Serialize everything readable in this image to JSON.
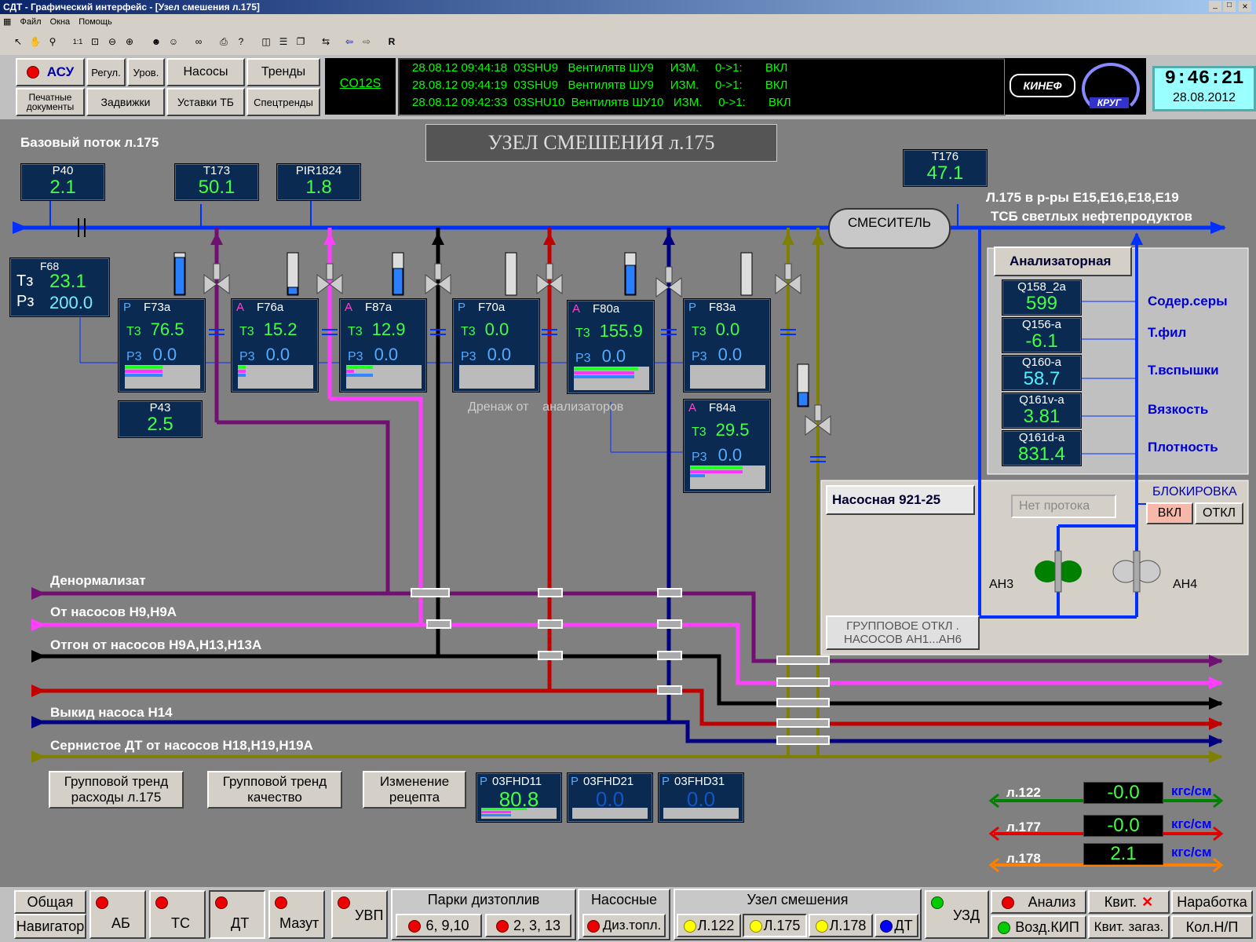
{
  "window": {
    "title": "СДТ - Графический интерфейс - [Узел смешения л.175]",
    "min": "_",
    "max": "□",
    "close": "×"
  },
  "menu": [
    "Файл",
    "Окна",
    "Помощь"
  ],
  "toolbar": {
    "r_label": "R"
  },
  "top": {
    "asu": "АСУ",
    "regul": "Регул.",
    "urov": "Уров.",
    "nasosy": "Насосы",
    "trendy": "Тренды",
    "pechat": "Печатные документы",
    "zadvizhki": "Задвижки",
    "ustavki": "Уставки ТБ",
    "spectrendy": "Спецтренды",
    "co12s": "CO12S",
    "messages": [
      "28.08.12 09:44:18  03SHU9   Вентилятв ШУ9     ИЗМ.     0->1:       ВКЛ",
      "28.08.12 09:44:19  03SHU9   Вентилятв ШУ9     ИЗМ.     0->1:       ВКЛ",
      "28.08.12 09:42:33  03SHU10  Вентилятв ШУ10   ИЗМ.     0->1:       ВКЛ"
    ],
    "logo1": "КИНЕФ",
    "logo2": "КРУГ",
    "time": "9:46:21",
    "date": "28.08.2012"
  },
  "main": {
    "title": "УЗЕЛ СМЕШЕНИЯ л.175",
    "base_flow": "Базовый поток л.175",
    "dest_line1": "Л.175 в р-ры Е15,Е16,Е18,Е19",
    "dest_line2": "ТСБ светлых нефтепродуктов",
    "mixer": "СМЕСИТЕЛЬ",
    "drain": "Дренаж от    анализаторов",
    "instruments": {
      "p40": {
        "name": "P40",
        "value": "2.1"
      },
      "t173": {
        "name": "T173",
        "value": "50.1"
      },
      "pir1824": {
        "name": "PIR1824",
        "value": "1.8"
      },
      "t176": {
        "name": "T176",
        "value": "47.1"
      },
      "p43": {
        "name": "P43",
        "value": "2.5"
      }
    },
    "f68": {
      "name": "F68",
      "tz": "Тз",
      "tz_val": "23.1",
      "rz": "Рз",
      "rz_val": "200.0"
    },
    "cards": [
      {
        "mode": "P",
        "name": "F73a",
        "t": "Т3",
        "t_val": "76.5",
        "p": "Р3",
        "p_val": "0.0"
      },
      {
        "mode": "A",
        "name": "F76a",
        "t": "Т3",
        "t_val": "15.2",
        "p": "Р3",
        "p_val": "0.0"
      },
      {
        "mode": "A",
        "name": "F87a",
        "t": "Т3",
        "t_val": "12.9",
        "p": "Р3",
        "p_val": "0.0"
      },
      {
        "mode": "P",
        "name": "F70a",
        "t": "Т3",
        "t_val": "0.0",
        "p": "Р3",
        "p_val": "0.0"
      },
      {
        "mode": "A",
        "name": "F80a",
        "t": "Т3",
        "t_val": "155.9",
        "p": "Р3",
        "p_val": "0.0"
      },
      {
        "mode": "P",
        "name": "F83a",
        "t": "Т3",
        "t_val": "0.0",
        "p": "Р3",
        "p_val": "0.0"
      },
      {
        "mode": "A",
        "name": "F84a",
        "t": "Т3",
        "t_val": "29.5",
        "p": "Р3",
        "p_val": "0.0"
      }
    ],
    "lines": {
      "denorm": "Денормализат",
      "h9": "От насосов Н9,Н9А",
      "otgon": "Отгон от насосов Н9А,Н13,Н13А",
      "h14": "Выкид насоса Н14",
      "sern": "Сернистое ДТ от насосов Н18,Н19,Н19А"
    },
    "analyzer": {
      "title": "Анализаторная",
      "items": [
        {
          "name": "Q158_2a",
          "value": "599",
          "label": "Содер.серы"
        },
        {
          "name": "Q156-a",
          "value": "-6.1",
          "label": "Т.фил"
        },
        {
          "name": "Q160-a",
          "value": "58.7",
          "label": "Т.вспышки"
        },
        {
          "name": "Q161v-a",
          "value": "3.81",
          "label": "Вязкость"
        },
        {
          "name": "Q161d-a",
          "value": "831.4",
          "label": "Плотность"
        }
      ]
    },
    "pumphouse": {
      "title": "Насосная 921-25",
      "no_flow": "Нет протока",
      "block": "БЛОКИРОВКА",
      "on": "ВКЛ",
      "off": "ОТКЛ",
      "an3": "АН3",
      "an4": "АН4",
      "group_off": "ГРУППОВОЕ ОТКЛ . НАСОСОВ АН1...АН6"
    },
    "buttons": {
      "trend_flow": "Групповой тренд расходы л.175",
      "trend_quality": "Групповой тренд качество",
      "recipe": "Изменение рецепта"
    },
    "fhd": [
      {
        "mode": "P",
        "name": "03FHD11",
        "value": "80.8"
      },
      {
        "mode": "P",
        "name": "03FHD21",
        "value": "0.0"
      },
      {
        "mode": "P",
        "name": "03FHD31",
        "value": "0.0"
      }
    ],
    "pressures": [
      {
        "line": "л.122",
        "value": "-0.0",
        "unit": "кгс/см"
      },
      {
        "line": "л.177",
        "value": "-0.0",
        "unit": "кгс/см"
      },
      {
        "line": "л.178",
        "value": "2.1",
        "unit": "кгс/см"
      }
    ]
  },
  "bottom": {
    "obshaya": "Общая",
    "navigator": "Навигатор",
    "ab": "АБ",
    "ts": "ТС",
    "dt": "ДТ",
    "mazut": "Мазут",
    "uvp": "УВП",
    "parki": "Парки дизтоплив",
    "p1": "6, 9,10",
    "p2": "2, 3, 13",
    "nasosnye": "Насосные",
    "diz": "Диз.топл.",
    "uzel": "Узел смешения",
    "l122": "Л.122",
    "l175": "Л.175",
    "l178": "Л.178",
    "dt2": "ДТ",
    "uzd": "УЗД",
    "analiz": "Анализ",
    "vozd": "Возд.КИП",
    "kvit": "Квит.",
    "kvit_zagaz": "Квит. загаз.",
    "narabotka": "Наработка",
    "kol": "Кол.Н/П"
  }
}
